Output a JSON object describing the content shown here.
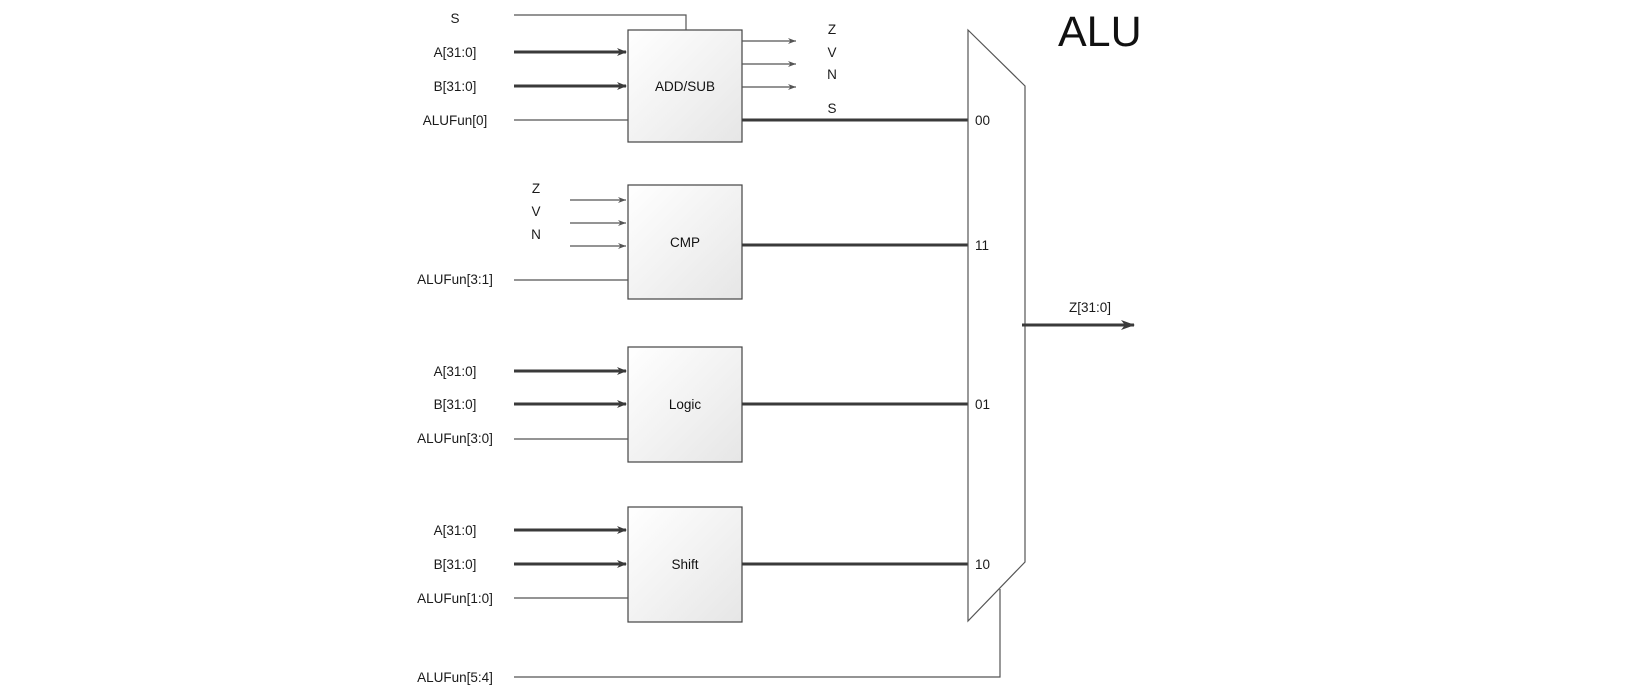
{
  "title": "ALU",
  "blocks": {
    "addsub": {
      "name": "ADD/SUB",
      "inputs": [
        "S",
        "A[31:0]",
        "B[31:0]",
        "ALUFun[0]"
      ],
      "flags": [
        "Z",
        "V",
        "N"
      ],
      "output": "S"
    },
    "cmp": {
      "name": "CMP",
      "flags": [
        "Z",
        "V",
        "N"
      ],
      "control": "ALUFun[3:1]"
    },
    "logic": {
      "name": "Logic",
      "inputs": [
        "A[31:0]",
        "B[31:0]",
        "ALUFun[3:0]"
      ]
    },
    "shift": {
      "name": "Shift",
      "inputs": [
        "A[31:0]",
        "B[31:0]",
        "ALUFun[1:0]"
      ]
    }
  },
  "mux": {
    "inputs": [
      "00",
      "11",
      "01",
      "10"
    ],
    "select": "ALUFun[5:4]",
    "output": "Z[31:0]"
  }
}
